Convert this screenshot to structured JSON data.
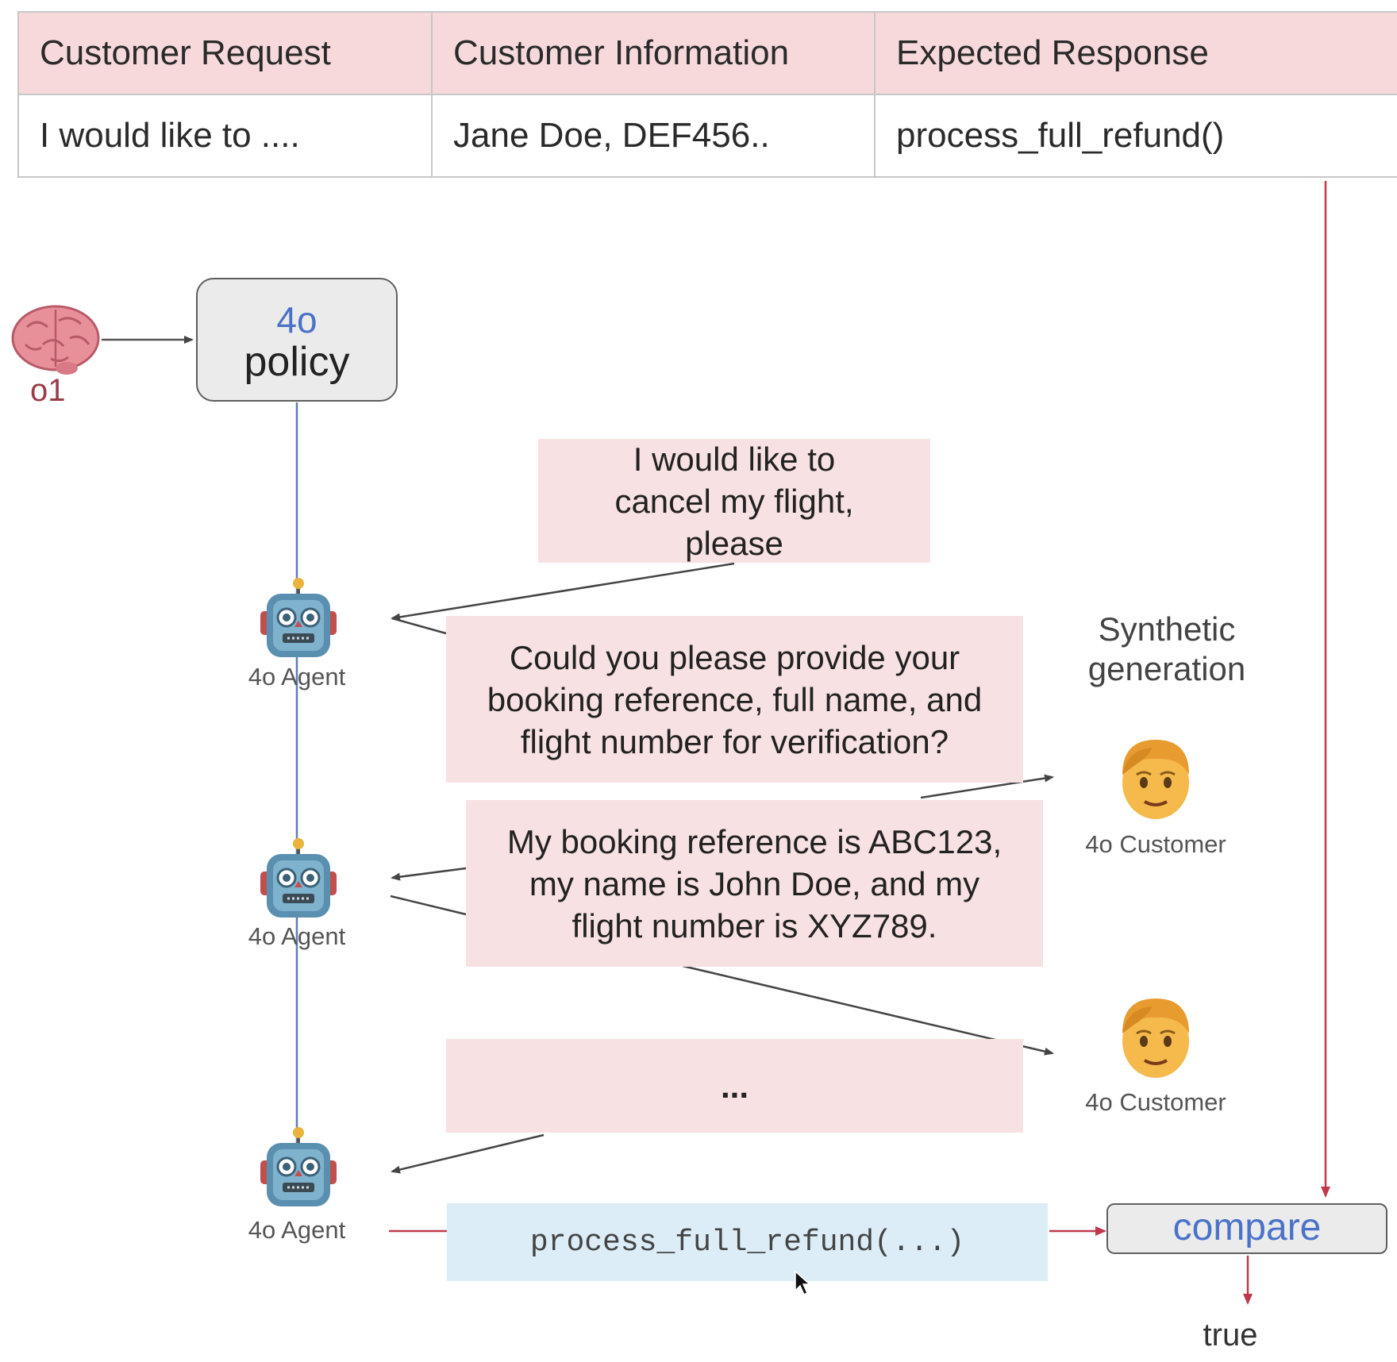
{
  "table": {
    "headers": [
      "Customer Request",
      "Customer Information",
      "Expected Response"
    ],
    "row": [
      "I would like to ....",
      "Jane Doe, DEF456..",
      "process_full_refund()"
    ]
  },
  "reasoner": {
    "label": "o1",
    "icon": "brain-icon"
  },
  "policy": {
    "model": "4o",
    "label": "policy"
  },
  "agents": [
    {
      "label": "4o Agent",
      "icon": "robot-icon"
    },
    {
      "label": "4o Agent",
      "icon": "robot-icon"
    },
    {
      "label": "4o Agent",
      "icon": "robot-icon"
    }
  ],
  "messages": [
    "I would like to cancel my flight, please",
    "Could you please provide your booking reference, full name, and flight number for verification?",
    "My booking reference is ABC123, my name is John Doe, and my flight number is XYZ789.",
    "..."
  ],
  "function_call": "process_full_refund(...)",
  "synthetic": {
    "title": "Synthetic generation"
  },
  "customers": [
    {
      "label": "4o Customer",
      "icon": "man-face-icon"
    },
    {
      "label": "4o Customer",
      "icon": "man-face-icon"
    }
  ],
  "compare": {
    "label": "compare",
    "result": "true"
  },
  "colors": {
    "pink": "#f8e1e2",
    "header_pink": "#f7d9dc",
    "blue_box": "#dcedf7",
    "red_arrow": "#c0394b",
    "blue_text": "#4a72c9"
  }
}
